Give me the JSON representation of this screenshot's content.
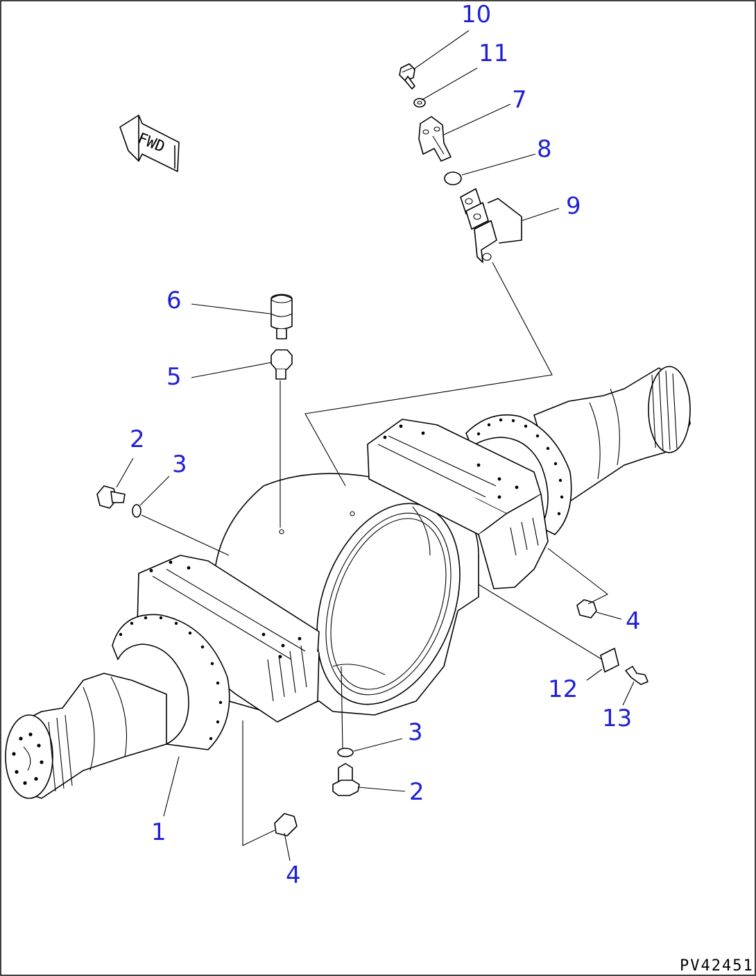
{
  "callouts": [
    {
      "id": "c10",
      "label": "10"
    },
    {
      "id": "c11",
      "label": "11"
    },
    {
      "id": "c7",
      "label": "7"
    },
    {
      "id": "c8",
      "label": "8"
    },
    {
      "id": "c9",
      "label": "9"
    },
    {
      "id": "c6",
      "label": "6"
    },
    {
      "id": "c5",
      "label": "5"
    },
    {
      "id": "c2a",
      "label": "2"
    },
    {
      "id": "c3a",
      "label": "3"
    },
    {
      "id": "c4a",
      "label": "4"
    },
    {
      "id": "c12",
      "label": "12"
    },
    {
      "id": "c13",
      "label": "13"
    },
    {
      "id": "c3b",
      "label": "3"
    },
    {
      "id": "c2b",
      "label": "2"
    },
    {
      "id": "c1",
      "label": "1"
    },
    {
      "id": "c4b",
      "label": "4"
    }
  ],
  "fwd_marker": {
    "text": "FWD"
  },
  "drawing_id": "PV42451",
  "colors": {
    "callout": "#1f1fd6",
    "line": "#000000",
    "background": "#ffffff"
  }
}
